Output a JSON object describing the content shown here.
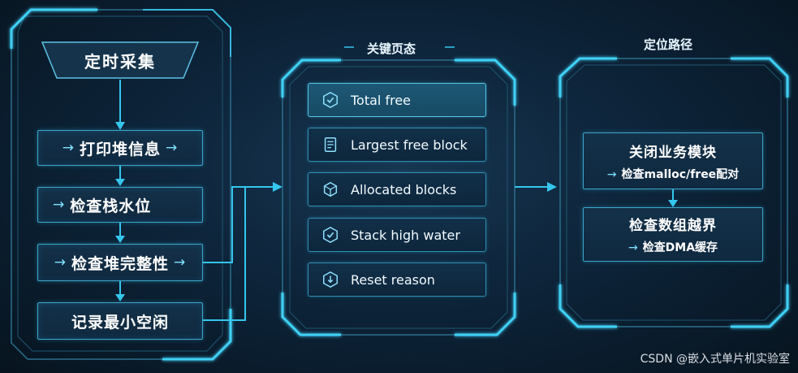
{
  "left_panel": {
    "header": "定时采集",
    "steps": [
      {
        "label": "打印堆信息",
        "arrow_before": "→",
        "arrow_after": "→"
      },
      {
        "label": "检查栈水位",
        "arrow_before": "→",
        "arrow_after": ""
      },
      {
        "label": "检查堆完整性",
        "arrow_before": "→",
        "arrow_after": "→"
      },
      {
        "label": "记录最小空闲",
        "arrow_before": "",
        "arrow_after": ""
      }
    ]
  },
  "middle_panel": {
    "title": "关键页态",
    "items": [
      {
        "label": "Total free",
        "icon": "shield-check-icon",
        "active": true
      },
      {
        "label": "Largest free block",
        "icon": "document-icon",
        "active": false
      },
      {
        "label": "Allocated blocks",
        "icon": "cube-icon",
        "active": false
      },
      {
        "label": "Stack high water",
        "icon": "shield-check-icon",
        "active": false
      },
      {
        "label": "Reset reason",
        "icon": "power-down-icon",
        "active": false
      }
    ]
  },
  "right_panel": {
    "title": "定位路径",
    "boxes": [
      {
        "title": "关闭业务模块",
        "sub_arrow": "→",
        "sub": "检查malloc/free配对"
      },
      {
        "title": "检查数组越界",
        "sub_arrow": "→",
        "sub": "检查DMA缓存"
      }
    ]
  },
  "watermark": "CSDN @嵌入式单片机实验室",
  "colors": {
    "background": "#0a1c2c",
    "accent": "#35c6ee",
    "box_border": "#3aa6c8",
    "active_item": "#1d5876"
  }
}
